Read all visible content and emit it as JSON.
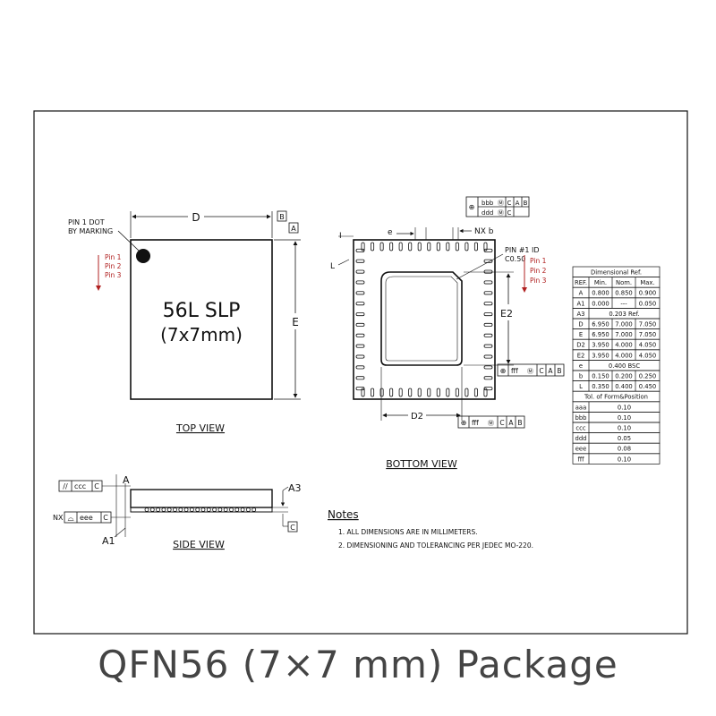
{
  "top_view": {
    "title": "TOP VIEW",
    "pin1_dot_label": [
      "PIN 1 DOT",
      "BY MARKING"
    ],
    "pins": [
      "Pin 1",
      "Pin 2",
      "Pin 3"
    ],
    "body_text": [
      "56L SLP",
      "(7x7mm)"
    ],
    "dim_d": "D",
    "dim_e": "E",
    "datum_b": "B",
    "datum_a": "A"
  },
  "bottom_view": {
    "title": "BOTTOM VIEW",
    "tolerance_top": [
      [
        "⊕",
        "bbb",
        "Ⓜ",
        "C",
        "A",
        "B"
      ],
      [
        "",
        "ddd",
        "Ⓜ",
        "C",
        "",
        ""
      ]
    ],
    "dim_e_pitch": "e",
    "nx_b": "NX b",
    "dim_l": "L",
    "pin1_id": [
      "PIN #1 ID",
      "C0.50"
    ],
    "pins": [
      "Pin 1",
      "Pin 2",
      "Pin 3"
    ],
    "dim_e2": "E2",
    "dim_d2": "D2",
    "tol_e2": [
      "⊕",
      "fff",
      "Ⓜ",
      "C",
      "A",
      "B"
    ],
    "tol_d2": [
      "⊕",
      "fff",
      "Ⓜ",
      "C",
      "A",
      "B"
    ]
  },
  "side_view": {
    "title": "SIDE VIEW",
    "tol_ccc": [
      "//",
      "ccc",
      "C"
    ],
    "tol_eee": [
      "NX",
      "⌓",
      "eee",
      "C"
    ],
    "dim_a": "A",
    "dim_a1": "A1",
    "dim_a3": "A3",
    "datum_c": "C"
  },
  "notes": {
    "title": "Notes",
    "items": [
      "1. ALL DIMENSIONS ARE IN MILLIMETERS.",
      "2. DIMENSIONING AND TOLERANCING PER JEDEC MO-220."
    ]
  },
  "dim_table": {
    "title": "Dimensional Ref.",
    "headers": [
      "REF.",
      "Min.",
      "Nom.",
      "Max."
    ],
    "rows": [
      [
        "A",
        "0.800",
        "0.850",
        "0.900"
      ],
      [
        "A1",
        "0.000",
        "---",
        "0.050"
      ],
      [
        "A3",
        "0.203 Ref."
      ],
      [
        "D",
        "6.950",
        "7.000",
        "7.050"
      ],
      [
        "E",
        "6.950",
        "7.000",
        "7.050"
      ],
      [
        "D2",
        "3.950",
        "4.000",
        "4.050"
      ],
      [
        "E2",
        "3.950",
        "4.000",
        "4.050"
      ],
      [
        "e",
        "0.400 BSC"
      ],
      [
        "b",
        "0.150",
        "0.200",
        "0.250"
      ],
      [
        "L",
        "0.350",
        "0.400",
        "0.450"
      ]
    ],
    "tol_title": "Tol. of Form&Position",
    "tol_rows": [
      [
        "aaa",
        "0.10"
      ],
      [
        "bbb",
        "0.10"
      ],
      [
        "ccc",
        "0.10"
      ],
      [
        "ddd",
        "0.05"
      ],
      [
        "eee",
        "0.08"
      ],
      [
        "fff",
        "0.10"
      ]
    ]
  },
  "caption": "QFN56 (7×7 mm) Package"
}
